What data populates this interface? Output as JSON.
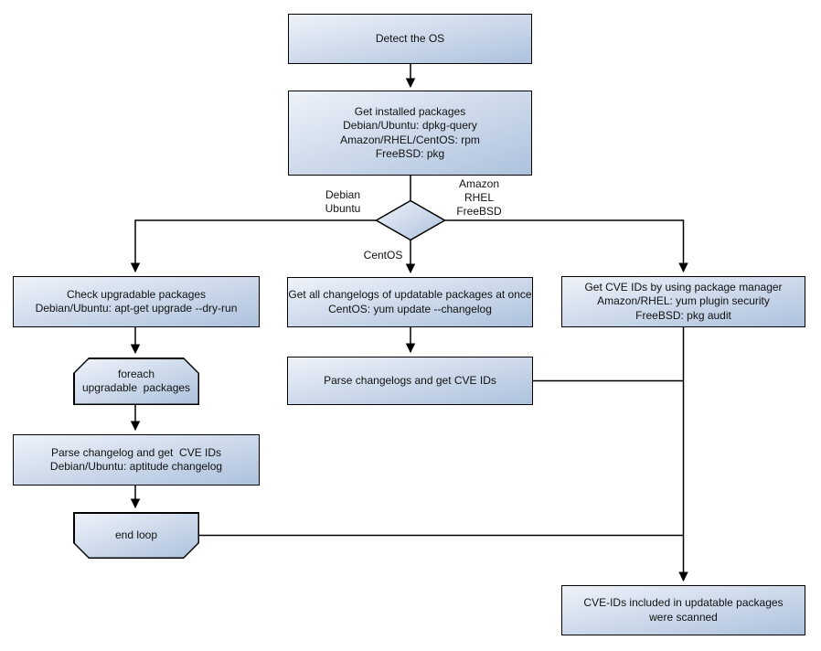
{
  "nodes": {
    "detect_os": {
      "label": "Detect the OS"
    },
    "get_installed_packages": {
      "lines": [
        "Get installed packages",
        "Debian/Ubuntu: dpkg-query",
        "Amazon/RHEL/CentOS: rpm",
        "FreeBSD: pkg"
      ]
    },
    "check_upgradable_packages": {
      "lines": [
        "Check upgradable packages",
        "Debian/Ubuntu: apt-get upgrade --dry-run"
      ]
    },
    "foreach_upgradable_packages": {
      "lines": [
        "foreach",
        "upgradable  packages"
      ]
    },
    "parse_changelog_debian": {
      "lines": [
        "Parse changelog and get  CVE IDs",
        "Debian/Ubuntu: aptitude changelog"
      ]
    },
    "end_loop": {
      "label": "end loop"
    },
    "get_all_changelogs": {
      "lines": [
        "Get all changelogs of updatable packages at once",
        "CentOS: yum update --changelog"
      ]
    },
    "parse_changelogs_centos": {
      "label": "Parse changelogs and get CVE IDs"
    },
    "get_cve_ids_pkg_manager": {
      "lines": [
        "Get CVE IDs by using package manager",
        "Amazon/RHEL: yum plugin security",
        "FreeBSD: pkg audit"
      ]
    },
    "cve_ids_scanned": {
      "lines": [
        "CVE-IDs included in updatable packages",
        "were scanned"
      ]
    }
  },
  "edge_labels": {
    "debian_ubuntu": {
      "lines": [
        "Debian",
        "Ubuntu"
      ]
    },
    "amazon_rhel_freebsd": {
      "lines": [
        "Amazon",
        "RHEL",
        "FreeBSD"
      ]
    },
    "centos": {
      "label": "CentOS"
    }
  },
  "colors": {
    "node_gradient_start": "#eef2f9",
    "node_gradient_end": "#adc2dd",
    "border": "#000000",
    "background": "#ffffff",
    "text": "#111111"
  }
}
